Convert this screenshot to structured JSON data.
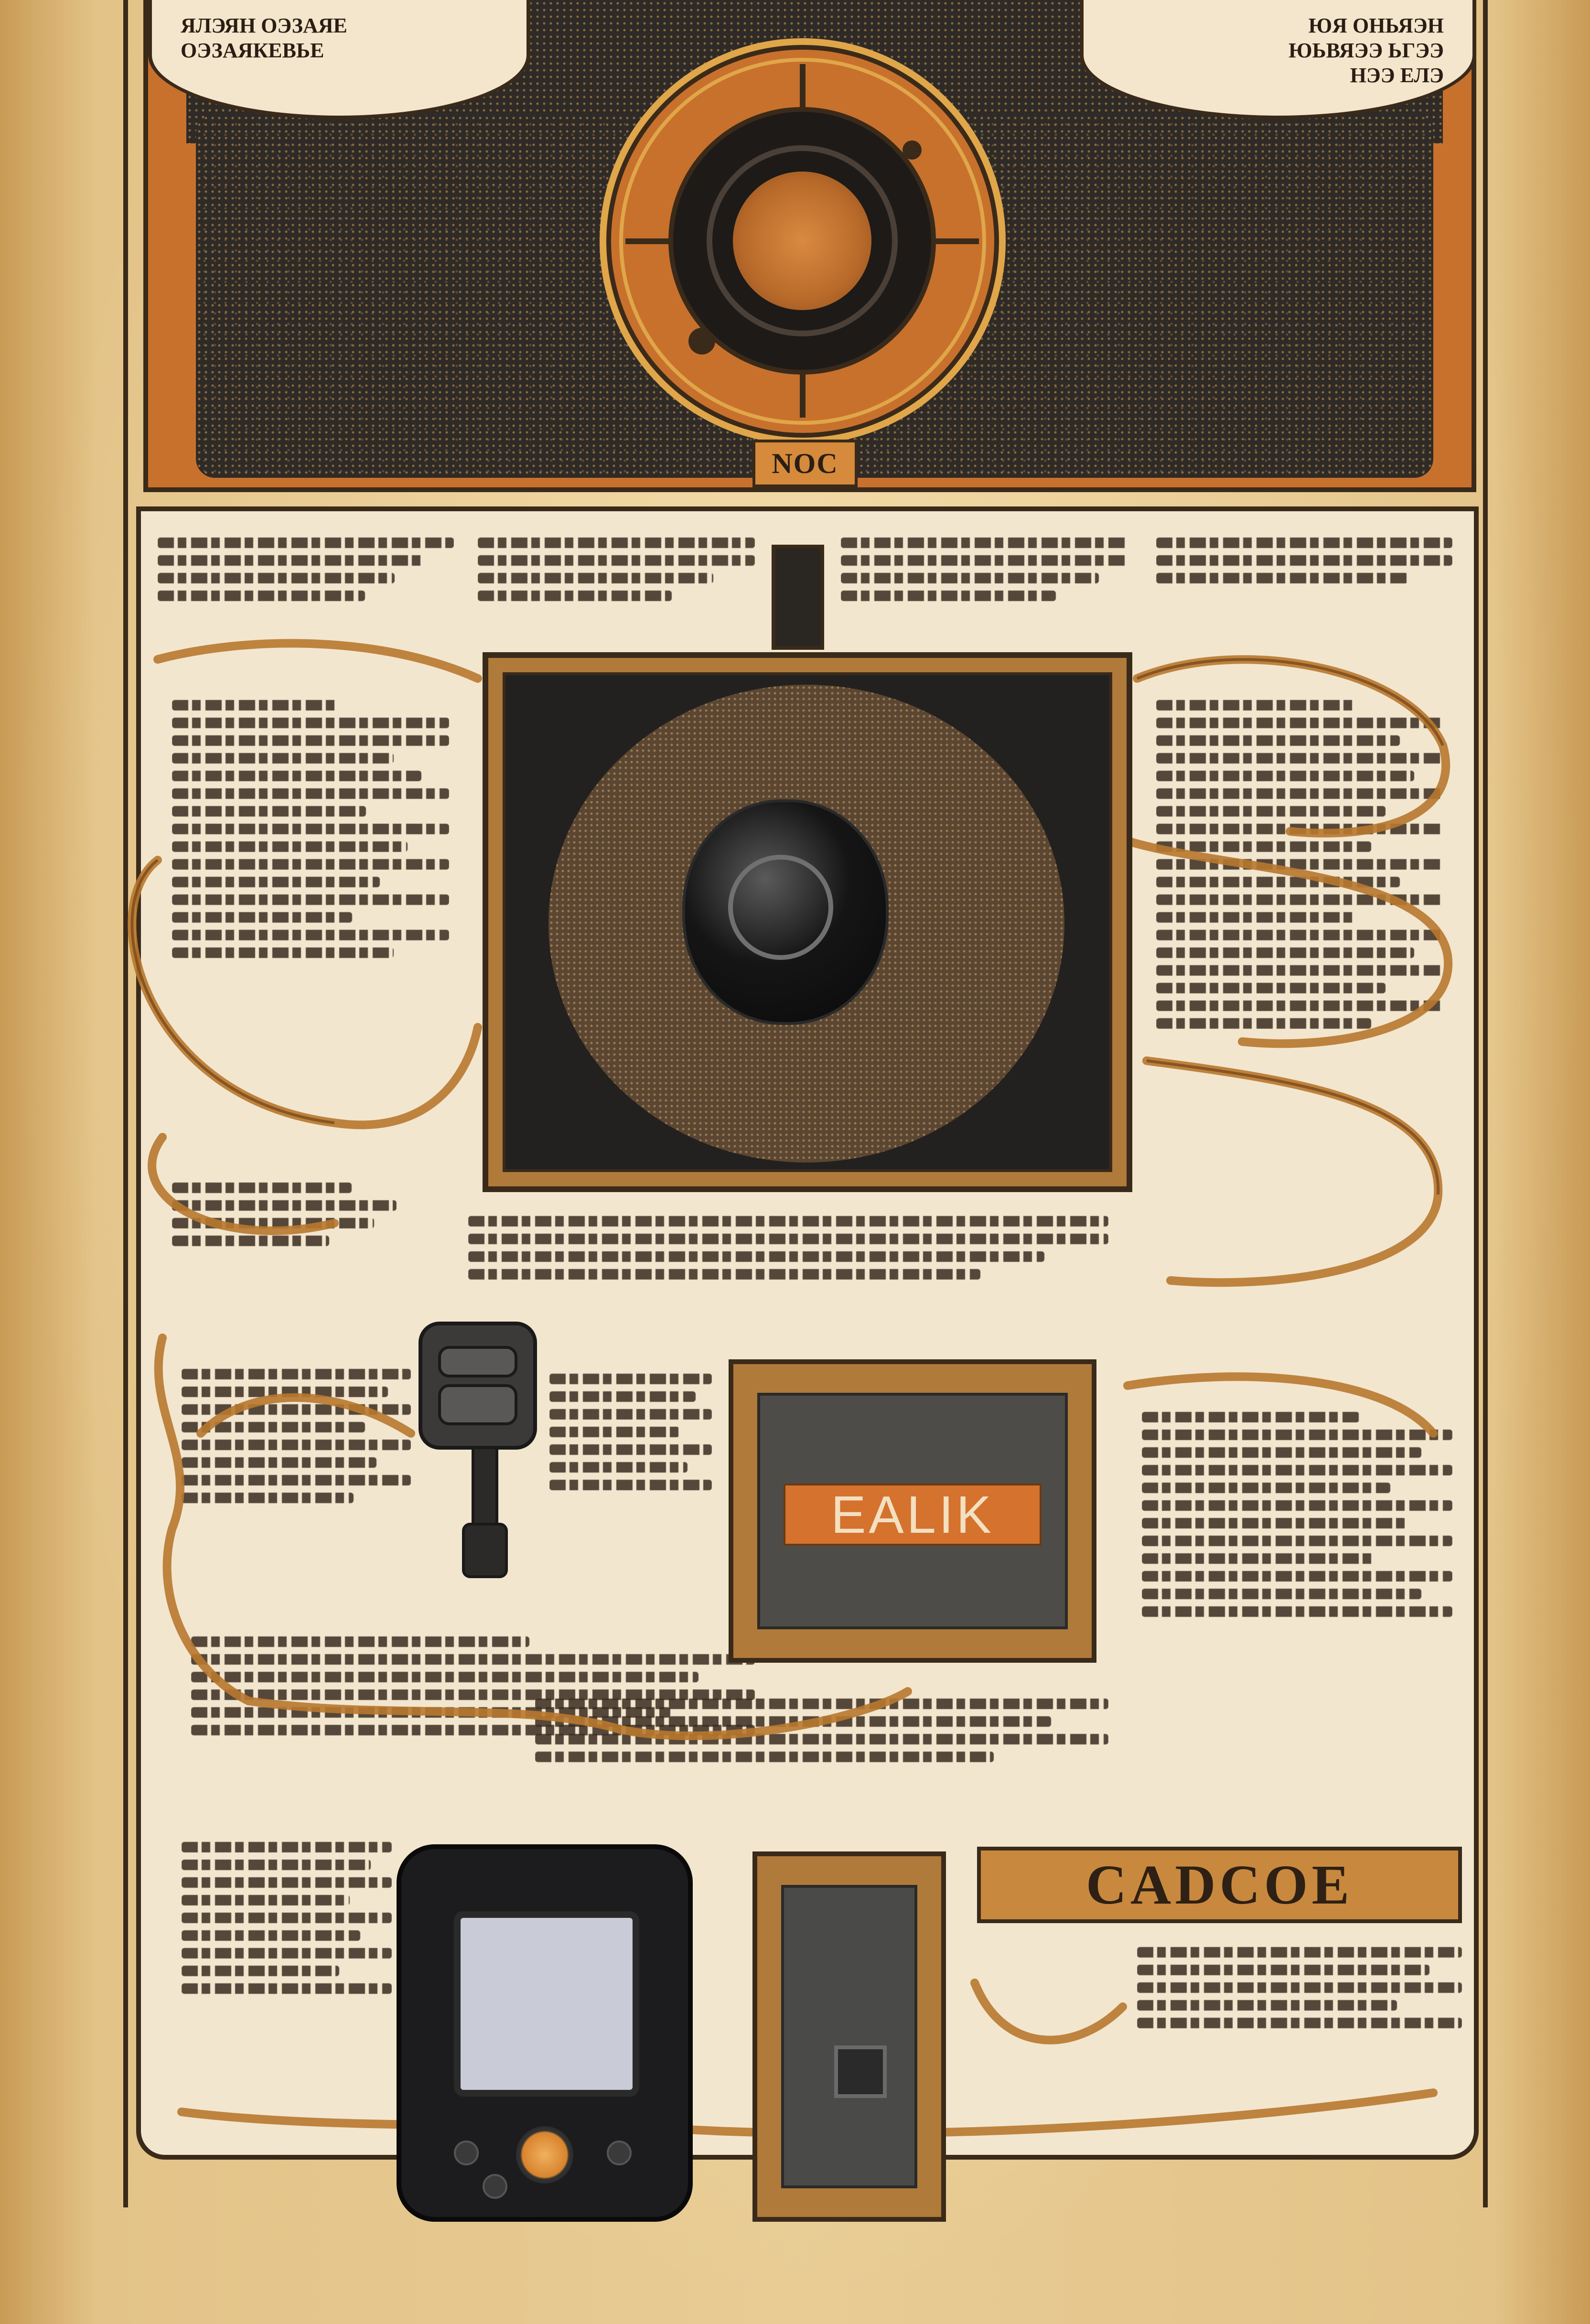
{
  "top": {
    "plate_text": "NOC",
    "bubble_left": [
      "ЯЛЭЯН ОЭЗАЯЕ",
      "ОЭЗАЯКЕВЬЕ"
    ],
    "bubble_right": [
      "ЮЯ ОНЬЯЭН",
      "ЮЬВЯЭЭ ЬГЭЭ",
      "НЭЭ ЕЛЭ"
    ]
  },
  "labels": {
    "tag": "EALIK",
    "sign": "CADCOE"
  },
  "colors": {
    "parchment": "#e8cc94",
    "accent_orange": "#c8712c",
    "frame_dark": "#3a2a1a",
    "paper": "#f2e6cf"
  },
  "icons": [
    "speaker-dial-icon",
    "square-speaker-icon",
    "microphone-icon",
    "handheld-device-icon",
    "wall-switch-icon"
  ]
}
